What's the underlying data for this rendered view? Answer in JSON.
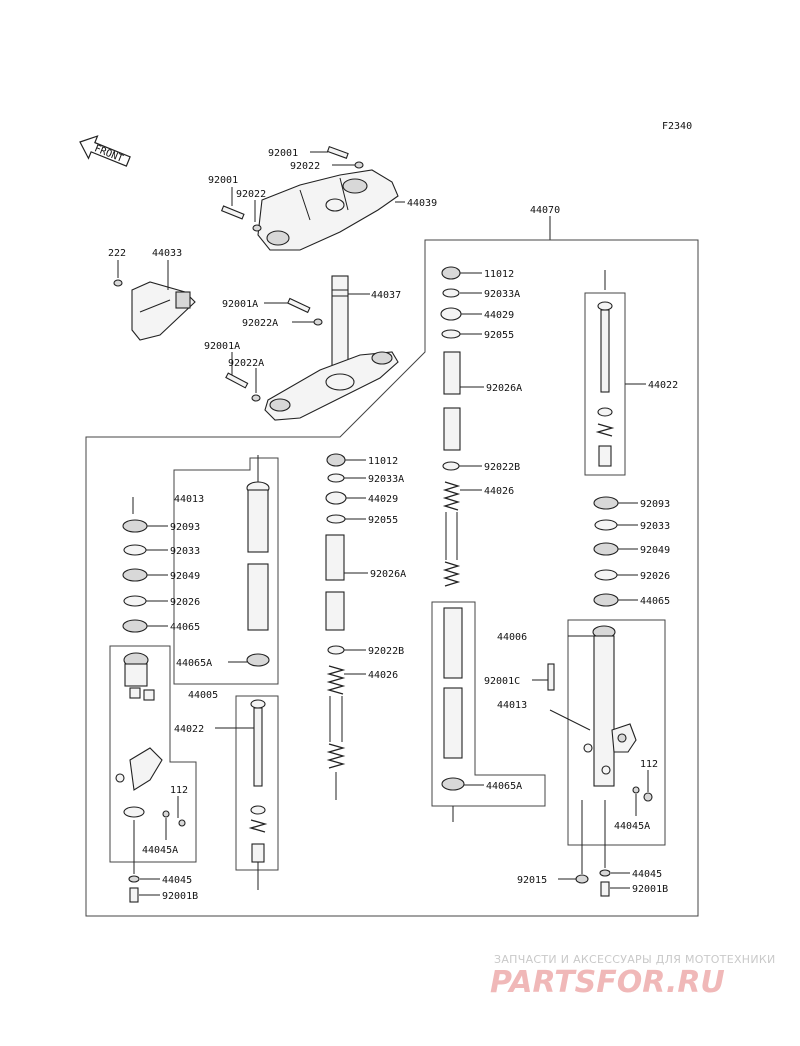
{
  "figure_code": "F2340",
  "front_arrow": "FRONT",
  "labels": {
    "l_92001_top": "92001",
    "l_92022_top": "92022",
    "l_92001_left": "92001",
    "l_92022_left": "92022",
    "l_44039": "44039",
    "l_44070": "44070",
    "l_222": "222",
    "l_44033": "44033",
    "l_44037": "44037",
    "l_92001A_1": "92001A",
    "l_92022A_1": "92022A",
    "l_92001A_2": "92001A",
    "l_92022A_2": "92022A",
    "r_11012": "11012",
    "r_92033A": "92033A",
    "r_44029": "44029",
    "r_92055": "92055",
    "r_92026A": "92026A",
    "r_92022B": "92022B",
    "r_44026": "44026",
    "r_44022": "44022",
    "r_92093": "92093",
    "r_92033": "92033",
    "r_92049": "92049",
    "r_92026": "92026",
    "r_44065": "44065",
    "r_44006": "44006",
    "r_92001C": "92001C",
    "r_44013": "44013",
    "r_112": "112",
    "r_44045A": "44045A",
    "r_92015": "92015",
    "r_44045": "44045",
    "r_92001B": "92001B",
    "r_44065A": "44065A",
    "m_11012": "11012",
    "m_92033A": "92033A",
    "m_44029": "44029",
    "m_92055": "92055",
    "m_92026A": "92026A",
    "m_92022B": "92022B",
    "m_44026": "44026",
    "ll_44013": "44013",
    "ll_92093": "92093",
    "ll_92033": "92033",
    "ll_92049": "92049",
    "ll_92026": "92026",
    "ll_44065": "44065",
    "ll_44065A": "44065A",
    "ll_44005": "44005",
    "ll_44022": "44022",
    "ll_112": "112",
    "ll_44045A": "44045A",
    "ll_44045": "44045",
    "ll_92001B": "92001B"
  },
  "watermark": {
    "subtitle": "ЗАПЧАСТИ И АКСЕССУАРЫ ДЛЯ МОТОТЕХНИКИ",
    "brand": "PARTSFOR.RU"
  }
}
